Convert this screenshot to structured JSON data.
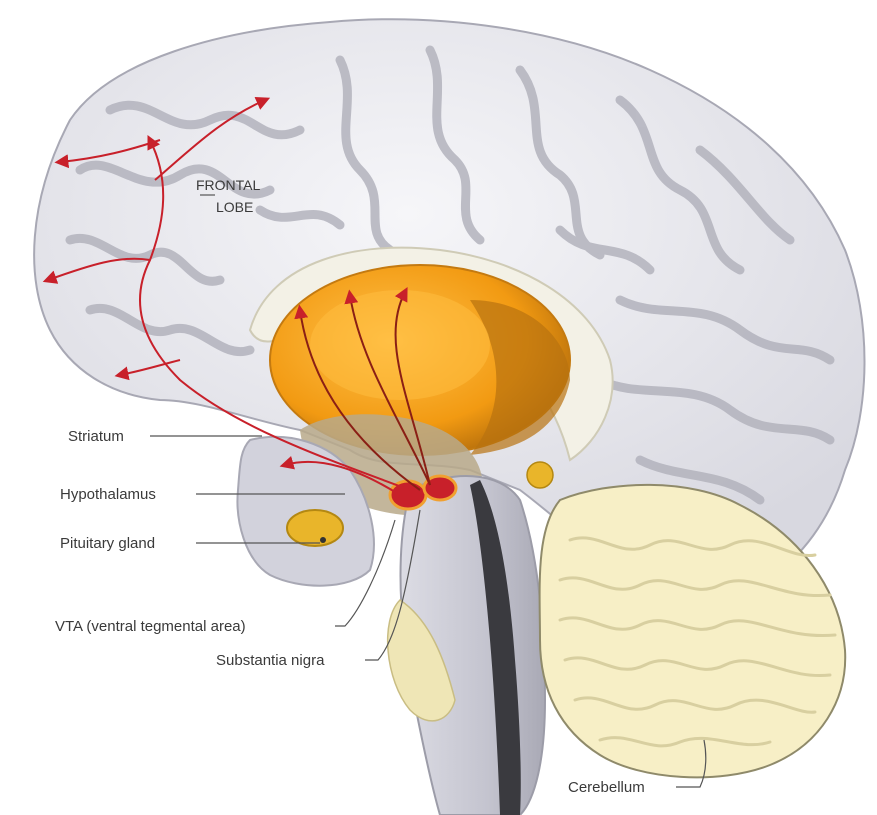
{
  "labels": {
    "frontal_lobe_line1": "FRONTAL",
    "frontal_lobe_line2": "LOBE",
    "striatum": "Striatum",
    "hypothalamus": "Hypothalamus",
    "pituitary_gland": "Pituitary gland",
    "vta": "VTA (ventral tegmental area)",
    "substantia_nigra": "Substantia nigra",
    "cerebellum": "Cerebellum"
  },
  "colors": {
    "cortex": "#e9e9ee",
    "sulcus": "#b9b9c2",
    "striatum_orange": "#f5a21c",
    "striatum_dark": "#c97c12",
    "cerebellum": "#f7efc6",
    "pathway_red": "#c8202a",
    "brainstem": "#c9c9d4"
  }
}
